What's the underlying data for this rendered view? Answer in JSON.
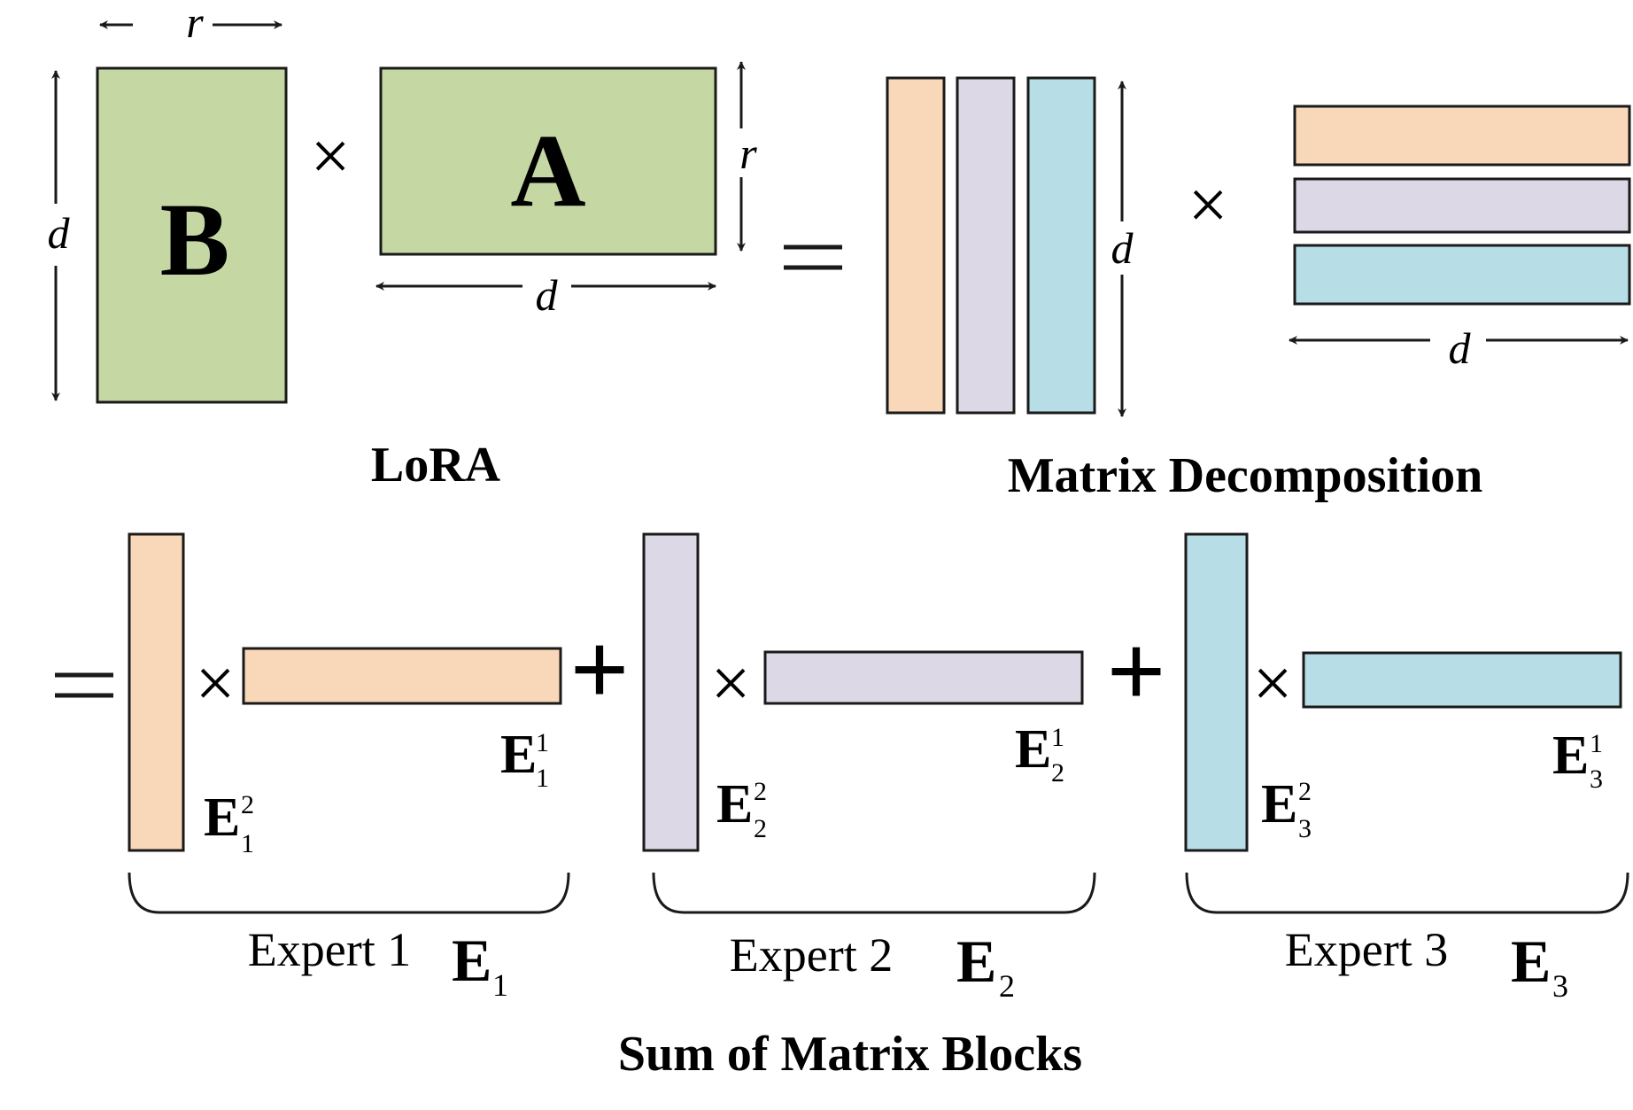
{
  "colors": {
    "green": "#c5d8a4",
    "orange": "#f9d8b9",
    "purple": "#ddd8e6",
    "blue": "#b7dde6",
    "stroke": "#1a1a1a"
  },
  "lora": {
    "matrix_b_label": "B",
    "matrix_a_label": "A",
    "times": "×",
    "dim_r": "r",
    "dim_d": "d",
    "caption": "LoRA"
  },
  "decomposition": {
    "equals": "=",
    "times": "×",
    "dim_d": "d",
    "caption": "Matrix Decomposition"
  },
  "sum_blocks": {
    "equals": "=",
    "times": "×",
    "plus": "+",
    "caption": "Sum of Matrix Blocks",
    "experts": [
      {
        "label": "Expert 1",
        "symbol": "E",
        "index": "1",
        "up": "E",
        "up_sub": "1",
        "up_sup": "1",
        "down": "E",
        "down_sub": "1",
        "down_sup": "2"
      },
      {
        "label": "Expert 2",
        "symbol": "E",
        "index": "2",
        "up": "E",
        "up_sub": "2",
        "up_sup": "1",
        "down": "E",
        "down_sub": "2",
        "down_sup": "2"
      },
      {
        "label": "Expert 3",
        "symbol": "E",
        "index": "3",
        "up": "E",
        "up_sub": "3",
        "up_sup": "1",
        "down": "E",
        "down_sub": "3",
        "down_sup": "2"
      }
    ]
  }
}
